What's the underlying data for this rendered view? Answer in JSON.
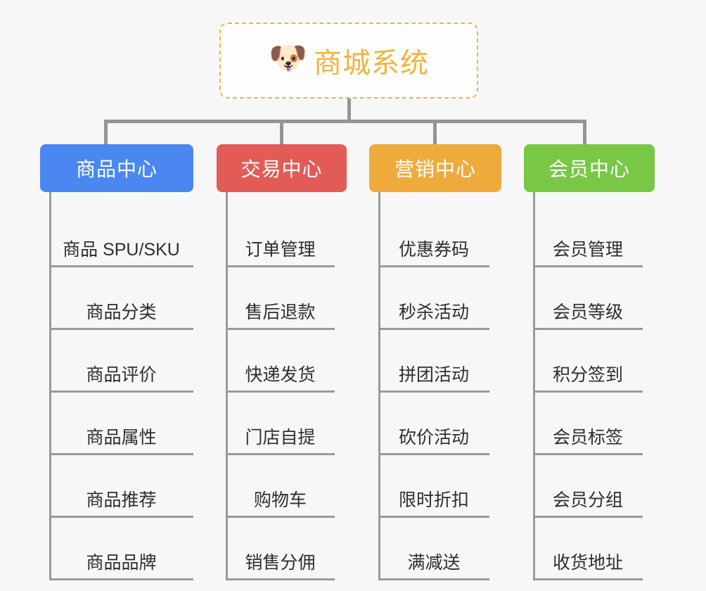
{
  "root": {
    "title": "商城系统",
    "icon": "shiba-dog-face-icon",
    "icon_glyph": "🐶",
    "border_color": "#eab54e",
    "text_color": "#f0b43e"
  },
  "canvas": {
    "background": "#f7f7f7",
    "connector_color": "#949494"
  },
  "branches": [
    {
      "label": "商品中心",
      "color": "#4a87f0",
      "items": [
        "商品 SPU/SKU",
        "商品分类",
        "商品评价",
        "商品属性",
        "商品推荐",
        "商品品牌"
      ]
    },
    {
      "label": "交易中心",
      "color": "#e35b57",
      "items": [
        "订单管理",
        "售后退款",
        "快递发货",
        "门店自提",
        "购物车",
        "销售分佣"
      ]
    },
    {
      "label": "营销中心",
      "color": "#eeab3c",
      "items": [
        "优惠券码",
        "秒杀活动",
        "拼团活动",
        "砍价活动",
        "限时折扣",
        "满减送"
      ]
    },
    {
      "label": "会员中心",
      "color": "#78c846",
      "items": [
        "会员管理",
        "会员等级",
        "积分签到",
        "会员标签",
        "会员分组",
        "收货地址"
      ]
    }
  ]
}
